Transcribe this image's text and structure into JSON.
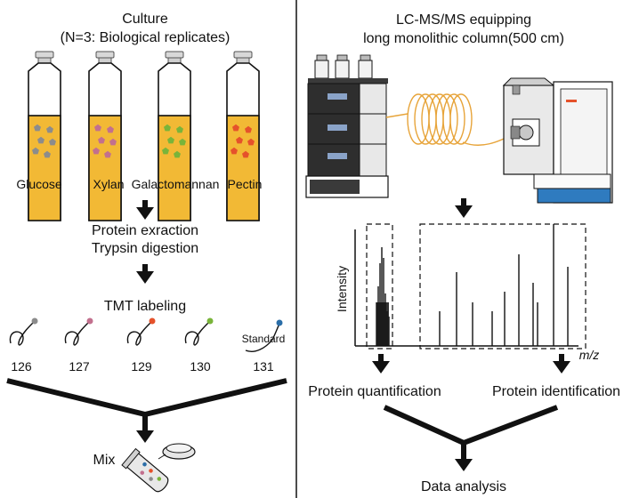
{
  "left_panel": {
    "culture_title": "Culture",
    "culture_subtitle": "(N=3: Biological replicates)",
    "carbon_sources": [
      {
        "label": "Glucose",
        "dot_color": "#8c8c8c"
      },
      {
        "label": "Xylan",
        "dot_color": "#c2708e"
      },
      {
        "label": "Galactomannan",
        "dot_color": "#79b43a"
      },
      {
        "label": "Pectin",
        "dot_color": "#e5522b"
      }
    ],
    "step1_line1": "Protein exraction",
    "step1_line2": "Trypsin digestion",
    "tmt_title": "TMT labeling",
    "tmt_tags": [
      {
        "label": "126",
        "color": "#8c8c8c"
      },
      {
        "label": "127",
        "color": "#c2708e"
      },
      {
        "label": "129",
        "color": "#e5522b"
      },
      {
        "label": "130",
        "color": "#79b43a"
      },
      {
        "label": "131",
        "color": "#2b6ea8",
        "note": "Standard"
      }
    ],
    "mix_label": "Mix"
  },
  "right_panel": {
    "lcms_title": "LC-MS/MS equipping",
    "lcms_subtitle": "long monolithic column(500 cm)",
    "y_axis_label": "Intensity",
    "x_axis_label": "m/z",
    "quant_label": "Protein quantification",
    "ident_label": "Protein identification",
    "final_label": "Data analysis"
  },
  "colors": {
    "culture_medium": "#f2b935",
    "bottle_glass": "#ffffff",
    "line": "#111111"
  }
}
